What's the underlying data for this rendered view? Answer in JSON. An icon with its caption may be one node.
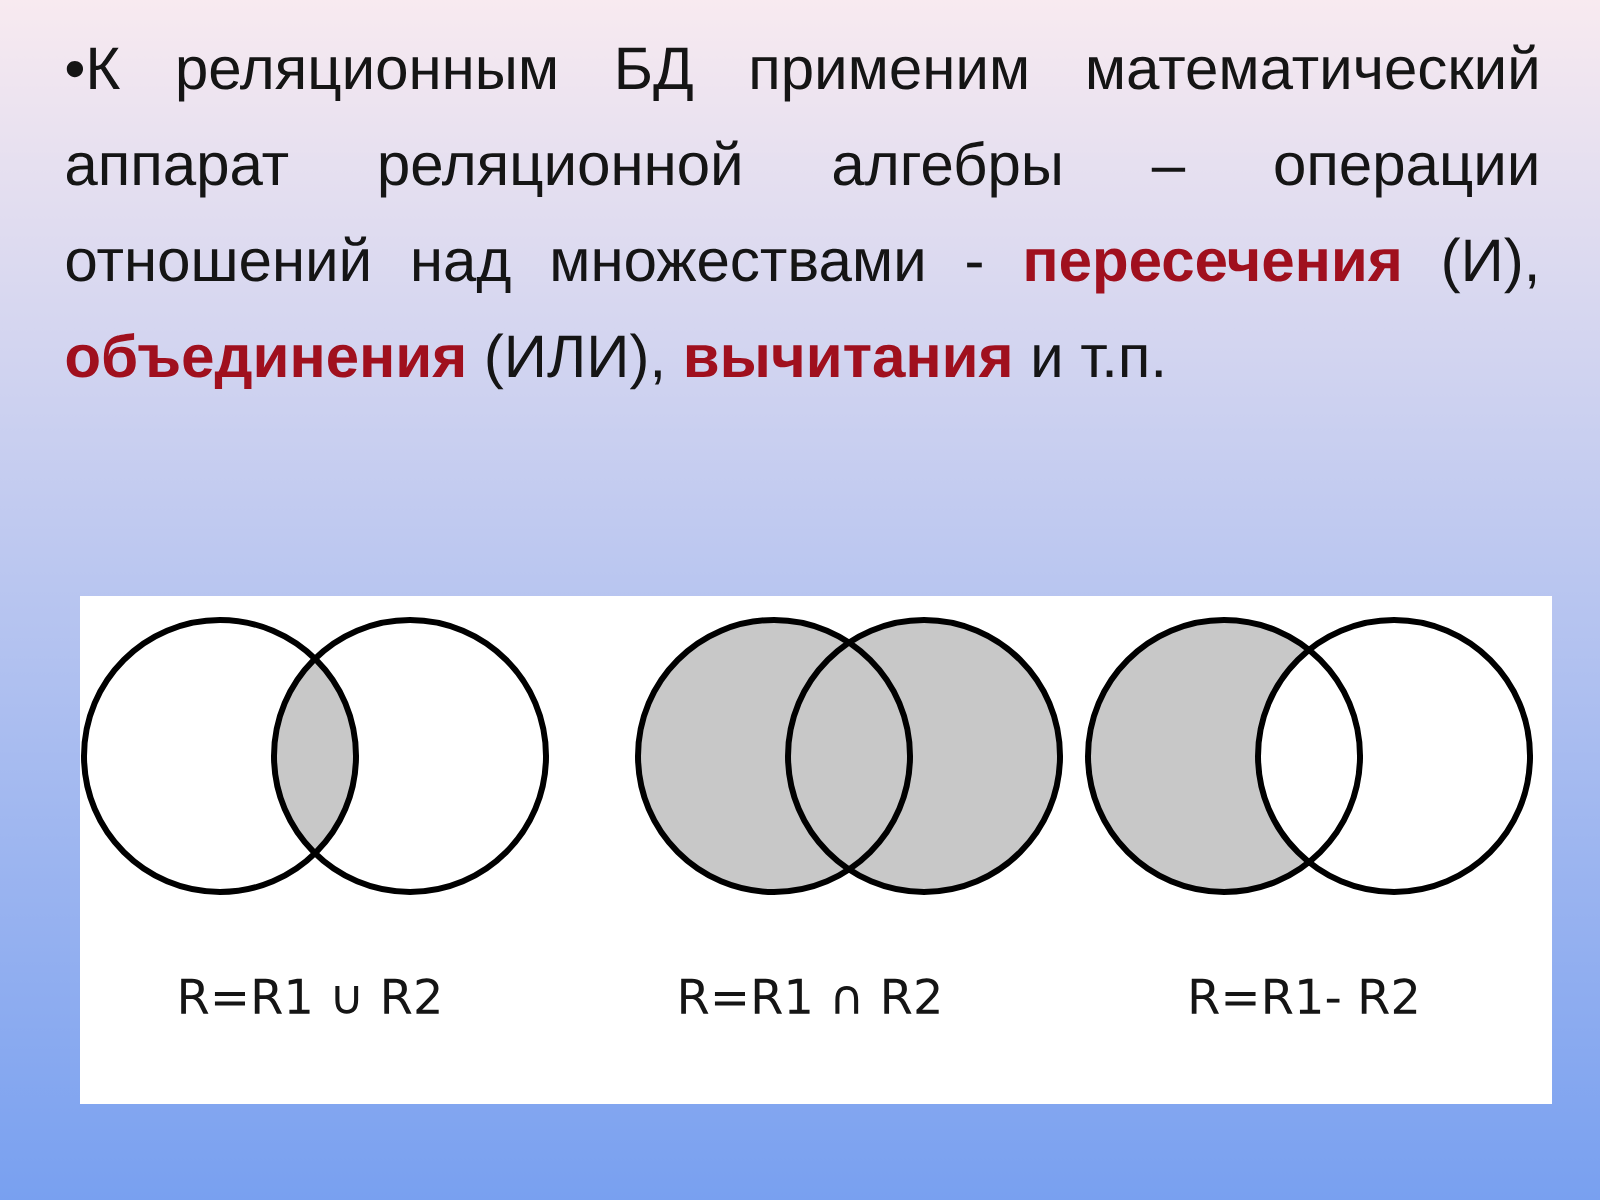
{
  "diagram": {
    "labels": [
      "•К реляционным БД применим математический аппарат реляционной алгебры –  операции отношений над множествами - **пересечения** (И), **объединения** (ИЛИ), **вычитания** и т.п.",
      "R=R1 ∪ R2",
      "R=R1 ∩ R2",
      "R=R1- R2"
    ]
  }
}
